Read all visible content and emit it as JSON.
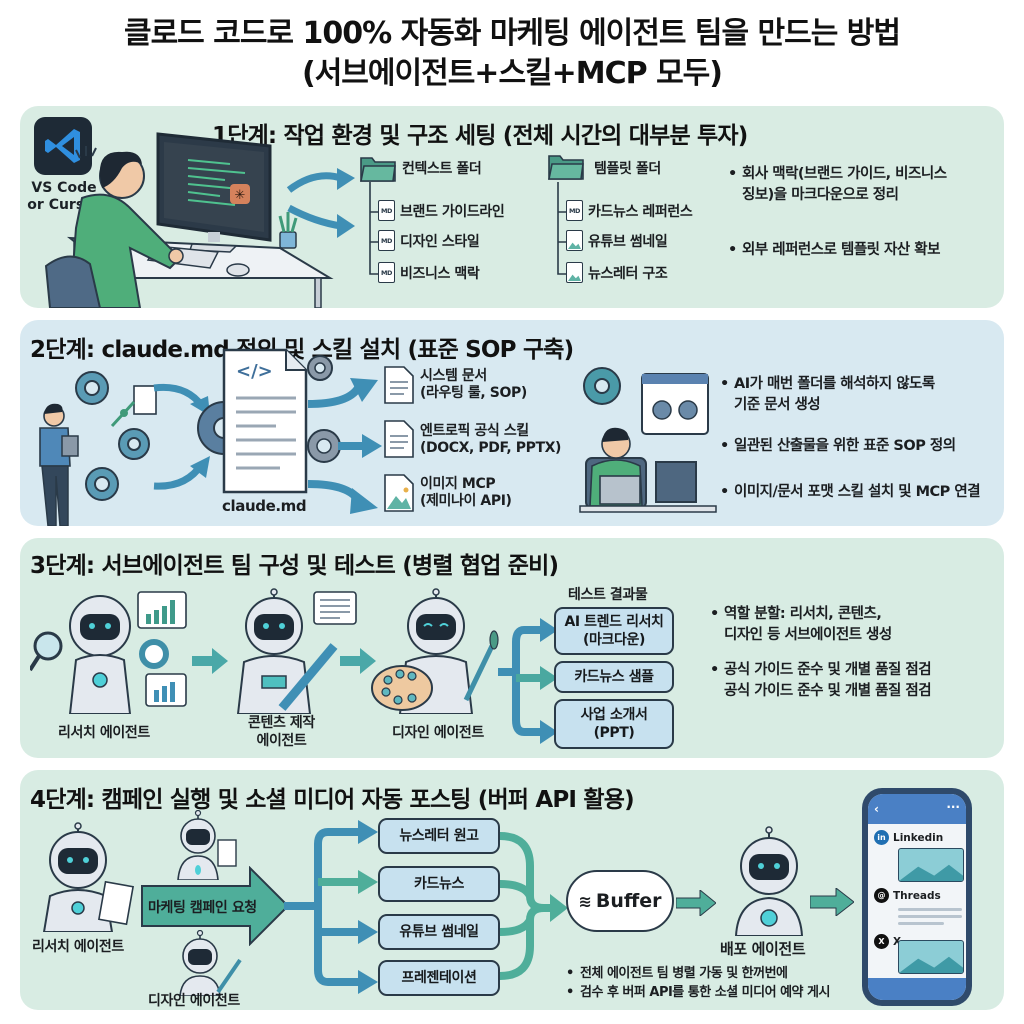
{
  "title": {
    "line1": "클로드 코드로 100% 자동화 마케팅 에이전트 팀을 만드는 방법",
    "line2": "(서브에이전트+스킬+MCP 모두)"
  },
  "colors": {
    "panel_green": "#d9ece3",
    "panel_blue": "#d8e9f1",
    "accent_teal": "#4fa89a",
    "accent_blue": "#3f8fb5",
    "box_fill": "#c7e1ef",
    "outline": "#2a3a48"
  },
  "step1": {
    "title": "1단계: 작업 환경 및 구조 세팅 (전체 시간의 대부분 투자)",
    "editor_label_1": "VS Code",
    "editor_label_2": "or Cursor",
    "context_folder": {
      "name": "컨텍스트 폴더",
      "files": [
        {
          "type": "MD",
          "name": "브랜드 가이드라인"
        },
        {
          "type": "MD",
          "name": "디자인 스타일"
        },
        {
          "type": "MD",
          "name": "비즈니스 맥락"
        }
      ]
    },
    "template_folder": {
      "name": "템플릿 폴더",
      "files": [
        {
          "type": "MD",
          "name": "카드뉴스 레퍼런스"
        },
        {
          "type": "image",
          "name": "유튜브 썸네일"
        },
        {
          "type": "image",
          "name": "뉴스레터 구조"
        }
      ]
    },
    "bullets": [
      {
        "line1": "회사 맥락(브랜드 가이드, 비즈니스",
        "line2": "징보)을 마크다운으로 정리"
      },
      {
        "line1": "외부 레퍼런스로 템플릿 자산 확보",
        "line2": ""
      }
    ]
  },
  "step2": {
    "title": "2단계: claude.md 정의 및 스킬 설치 (표준 SOP 구축)",
    "center_doc_label": "claude.md",
    "code_glyph": "</>",
    "outputs": [
      {
        "line1": "시스템 문서",
        "line2": "(라우팅 룰, SOP)"
      },
      {
        "line1": "엔트로픽 공식 스킬",
        "line2": "(DOCX, PDF, PPTX)"
      },
      {
        "line1": "이미지 MCP",
        "line2": "(제미나이 API)"
      }
    ],
    "bullets": [
      {
        "line1": "AI가 매번 폴더를 해석하지 않도록",
        "line2": "기준 문서 생성"
      },
      {
        "line1": "일관된 산출물을 위한 표준 SOP 정의",
        "line2": ""
      },
      {
        "line1": "이미지/문서 포맷 스킬 설치 및 MCP 연결",
        "line2": ""
      }
    ]
  },
  "step3": {
    "title": "3단계: 서브에이전트 팀 구성 및 테스트 (병렬 협업 준비)",
    "agents": [
      {
        "line1": "리서치 에이전트",
        "line2": ""
      },
      {
        "line1": "콘텐츠 제작",
        "line2": "에이전트"
      },
      {
        "line1": "디자인 에이전트",
        "line2": ""
      }
    ],
    "results_heading": "테스트 결과물",
    "results": [
      {
        "line1": "AI 트렌드 리서치",
        "line2": "(마크다운)"
      },
      {
        "line1": "카드뉴스 샘플",
        "line2": ""
      },
      {
        "line1": "사업 소개서",
        "line2": "(PPT)"
      }
    ],
    "bullets": [
      {
        "line1": "역할 분할: 리서치, 콘텐츠,",
        "line2": "디자인 등 서브에이전트 생성"
      },
      {
        "line1": "공식 가이드 준수 및 개별 품질 점검",
        "line2": "공식 가이드 준수 및 개별 품질 점검"
      }
    ]
  },
  "step4": {
    "title": "4단계: 캠페인 실행 및 소셜 미디어 자동 포스팅 (버퍼 API 활용)",
    "agents": {
      "research": "리서치 에이전트",
      "design": "디자인 에이전트",
      "deploy": "배포 에이전트"
    },
    "request_arrow": "마케팅 캠페인 요청",
    "outputs": [
      "뉴스레터 원고",
      "카드뉴스",
      "유튜브 썸네일",
      "프레젠테이션"
    ],
    "buffer_label": "Buffer",
    "social": [
      {
        "name": "Linkedin",
        "icon": "linkedin-icon",
        "glyph": "in"
      },
      {
        "name": "Threads",
        "icon": "threads-icon",
        "glyph": "@"
      },
      {
        "name": "X",
        "icon": "x-icon",
        "glyph": "X"
      }
    ],
    "bullets": [
      "전체 에이전트 팀 병렬 가동 및 한꺼번에",
      "검수 후 버퍼 API를 통한 소셜 미디어 예약 게시"
    ]
  }
}
